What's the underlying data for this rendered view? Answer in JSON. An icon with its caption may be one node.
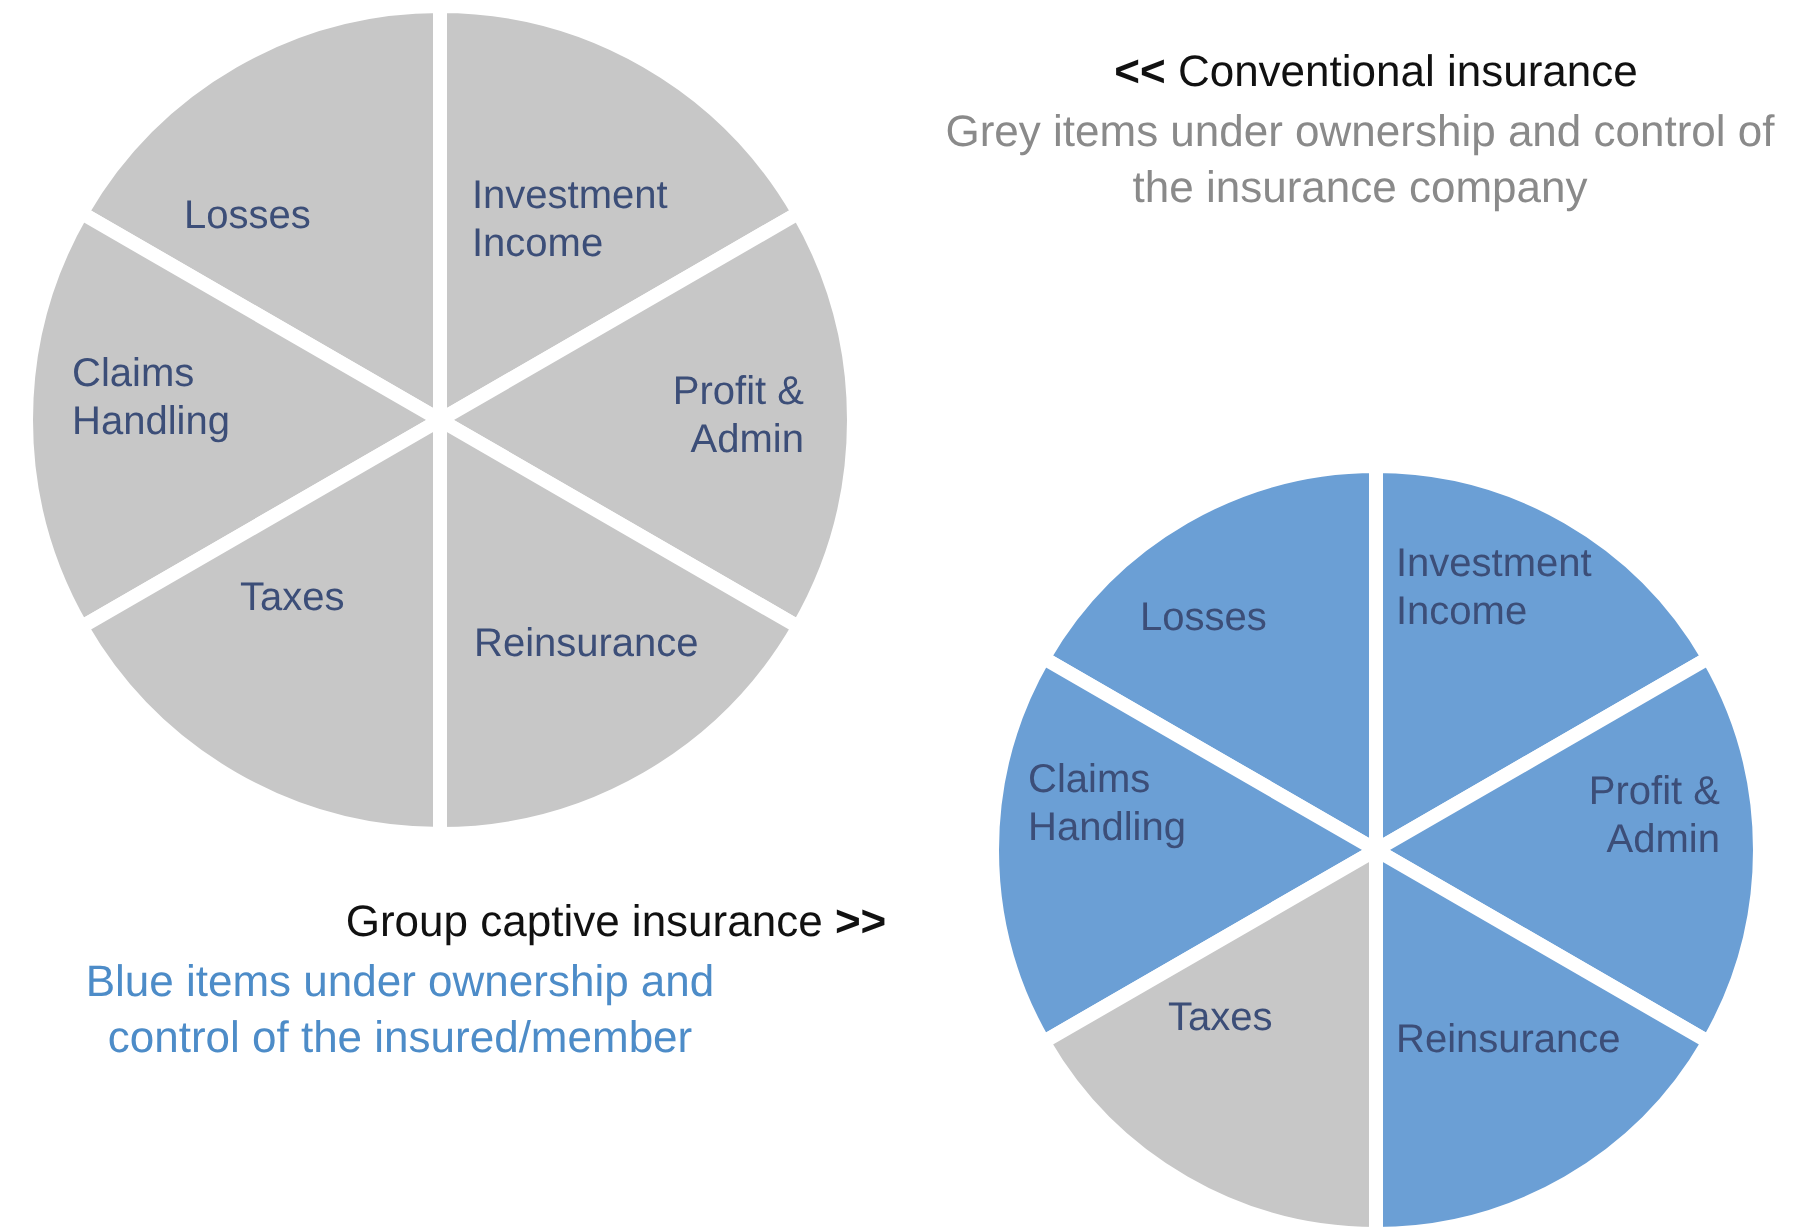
{
  "diagram": {
    "nodes": [
      {
        "text": [
          "Losses"
        ]
      },
      {
        "text": [
          "Investment Income"
        ]
      },
      {
        "text": [
          "Claims Handling"
        ]
      },
      {
        "text": [
          "Profit & Admin"
        ]
      },
      {
        "text": [
          "Taxes"
        ]
      },
      {
        "text": [
          "Reinsurance"
        ]
      },
      {
        "text": [
          "Losses"
        ]
      },
      {
        "text": [
          "Investment Income"
        ]
      },
      {
        "text": [
          "Claims Handling"
        ]
      },
      {
        "text": [
          "Profit & Admin"
        ]
      },
      {
        "text": [
          "Taxes"
        ]
      },
      {
        "text": [
          "Reinsurance"
        ]
      }
    ],
    "labels": [
      "**<<** Conventional insurance",
      "Grey items under ownership and control of the insurance company",
      "Group captive insurance **>>**",
      "Blue items under ownership and control of the insured/member"
    ]
  }
}
